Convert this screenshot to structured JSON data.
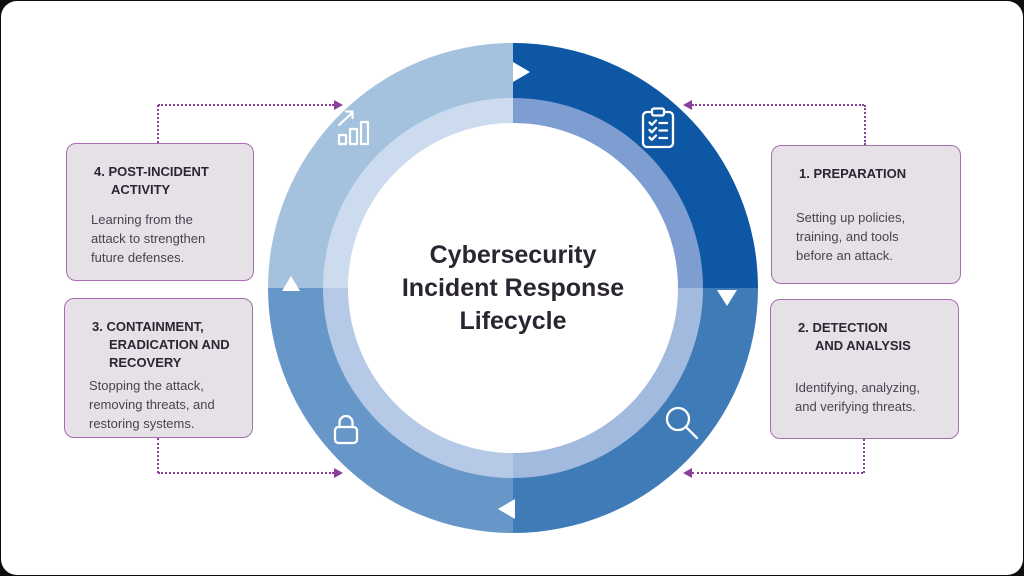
{
  "diagram": {
    "center_title": "Cybersecurity\nIncident Response\nLifecycle",
    "flow_direction": "clockwise",
    "connector_color": "#8b3f9b",
    "box_background": "#e5e1e7",
    "box_border_color": "#a66fae",
    "title_color": "#2a2531"
  },
  "ring": {
    "segments": [
      {
        "name": "preparation",
        "quadrant": "top-right",
        "outer_color": "#0d57a4",
        "inner_color": "#7e9ed2",
        "icon": "clipboard-checklist-icon"
      },
      {
        "name": "detection-and-analysis",
        "quadrant": "bottom-right",
        "outer_color": "#3f7bb7",
        "inner_color": "#a2bade",
        "icon": "magnifier-icon"
      },
      {
        "name": "containment-eradication-recovery",
        "quadrant": "bottom-left",
        "outer_color": "#6697c8",
        "inner_color": "#b6cae7",
        "icon": "padlock-icon"
      },
      {
        "name": "post-incident-activity",
        "quadrant": "top-left",
        "outer_color": "#a4c2de",
        "inner_color": "#cddbee",
        "icon": "bar-chart-icon"
      }
    ]
  },
  "stages": [
    {
      "heading": "1. PREPARATION",
      "body": "Setting up policies,\ntraining, and tools\nbefore an attack."
    },
    {
      "heading": "2. DETECTION\nAND ANALYSIS",
      "body": "Identifying, analyzing,\nand verifying threats."
    },
    {
      "heading": "3. CONTAINMENT,\nERADICATION AND\nRECOVERY",
      "body": "Stopping the attack,\nremoving threats, and\nrestoring systems."
    },
    {
      "heading": "4. POST-INCIDENT\nACTIVITY",
      "body": "Learning from the\nattack to strengthen\nfuture defenses."
    }
  ]
}
